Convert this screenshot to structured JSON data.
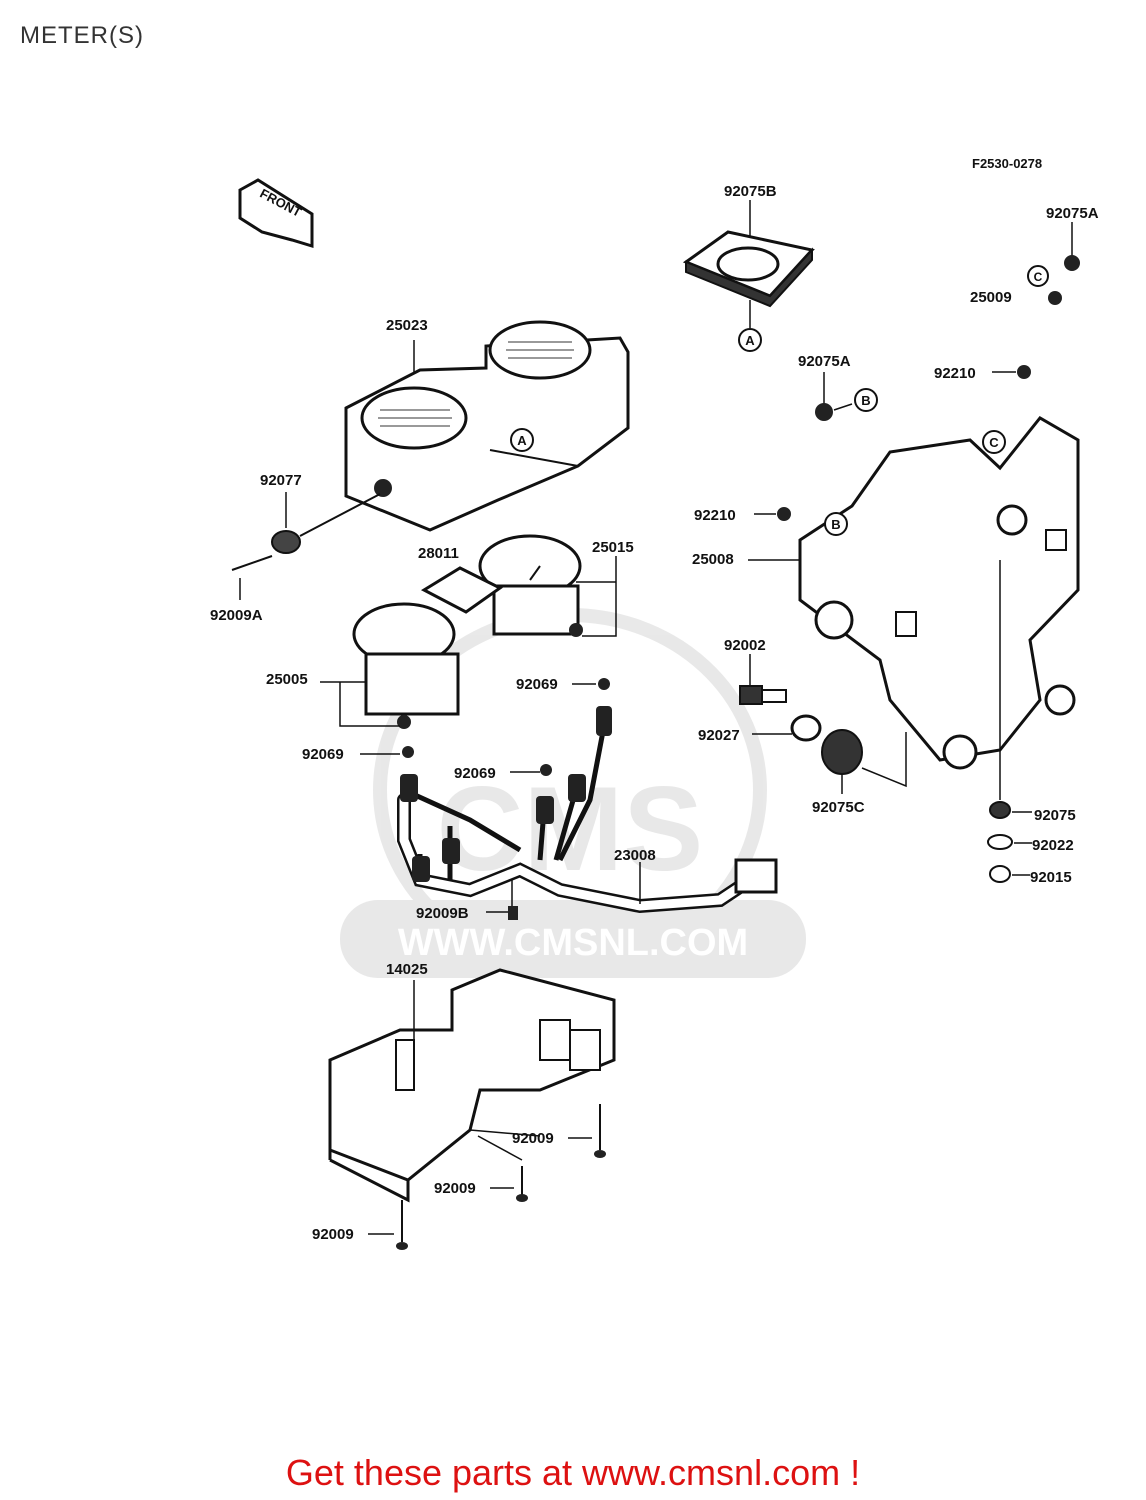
{
  "page": {
    "title": "METER(S)",
    "diagram_code": "F2530-0278",
    "footer": "Get these parts at www.cmsnl.com !"
  },
  "watermark": {
    "brand": "CMS",
    "url": "WWW.CMSNL.COM"
  },
  "front_arrow": {
    "label": "FRONT"
  },
  "callouts": {
    "a": "A",
    "b": "B",
    "c": "C"
  },
  "parts": {
    "p92075B": "92075B",
    "p92075A_top": "92075A",
    "p25009": "25009",
    "p92075A_mid": "92075A",
    "p92210_top": "92210",
    "p25023": "25023",
    "p92077": "92077",
    "p92009A": "92009A",
    "p28011": "28011",
    "p25015": "25015",
    "p92210_mid": "92210",
    "p25008": "25008",
    "p25005": "25005",
    "p92069_a": "92069",
    "p92069_b": "92069",
    "p92069_c": "92069",
    "p92002": "92002",
    "p92027": "92027",
    "p92075C": "92075C",
    "p92075": "92075",
    "p92022": "92022",
    "p92015": "92015",
    "p23008": "23008",
    "p92009B": "92009B",
    "p14025": "14025",
    "p92009_a": "92009",
    "p92009_b": "92009",
    "p92009_c": "92009"
  }
}
